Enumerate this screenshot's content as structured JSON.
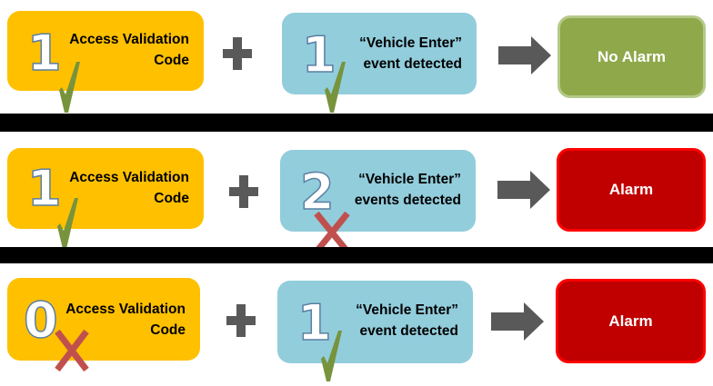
{
  "rows": [
    {
      "access": {
        "count": "1",
        "label_line1": "Access Validation",
        "label_line2": "Code",
        "mark": "check"
      },
      "operator": "plus",
      "vehicle": {
        "count": "1",
        "label_line1": "“Vehicle Enter”",
        "label_line2": "event detected",
        "mark": "check"
      },
      "result": {
        "label": "No Alarm",
        "status": "ok"
      }
    },
    {
      "access": {
        "count": "1",
        "label_line1": "Access Validation",
        "label_line2": "Code",
        "mark": "check"
      },
      "operator": "plus",
      "vehicle": {
        "count": "2",
        "label_line1": "“Vehicle Enter”",
        "label_line2": "events detected",
        "mark": "cross"
      },
      "result": {
        "label": "Alarm",
        "status": "alarm"
      }
    },
    {
      "access": {
        "count": "0",
        "label_line1": "Access Validation",
        "label_line2": "Code",
        "mark": "cross"
      },
      "operator": "plus",
      "vehicle": {
        "count": "1",
        "label_line1": "“Vehicle Enter”",
        "label_line2": "event detected",
        "mark": "check"
      },
      "result": {
        "label": "Alarm",
        "status": "alarm"
      }
    }
  ],
  "colors": {
    "access_box": "#FFC000",
    "vehicle_box": "#92CDDC",
    "no_alarm": "#8EA84A",
    "alarm": "#C00000",
    "check": "#77933C",
    "cross": "#C0504D",
    "operator": "#595959"
  }
}
